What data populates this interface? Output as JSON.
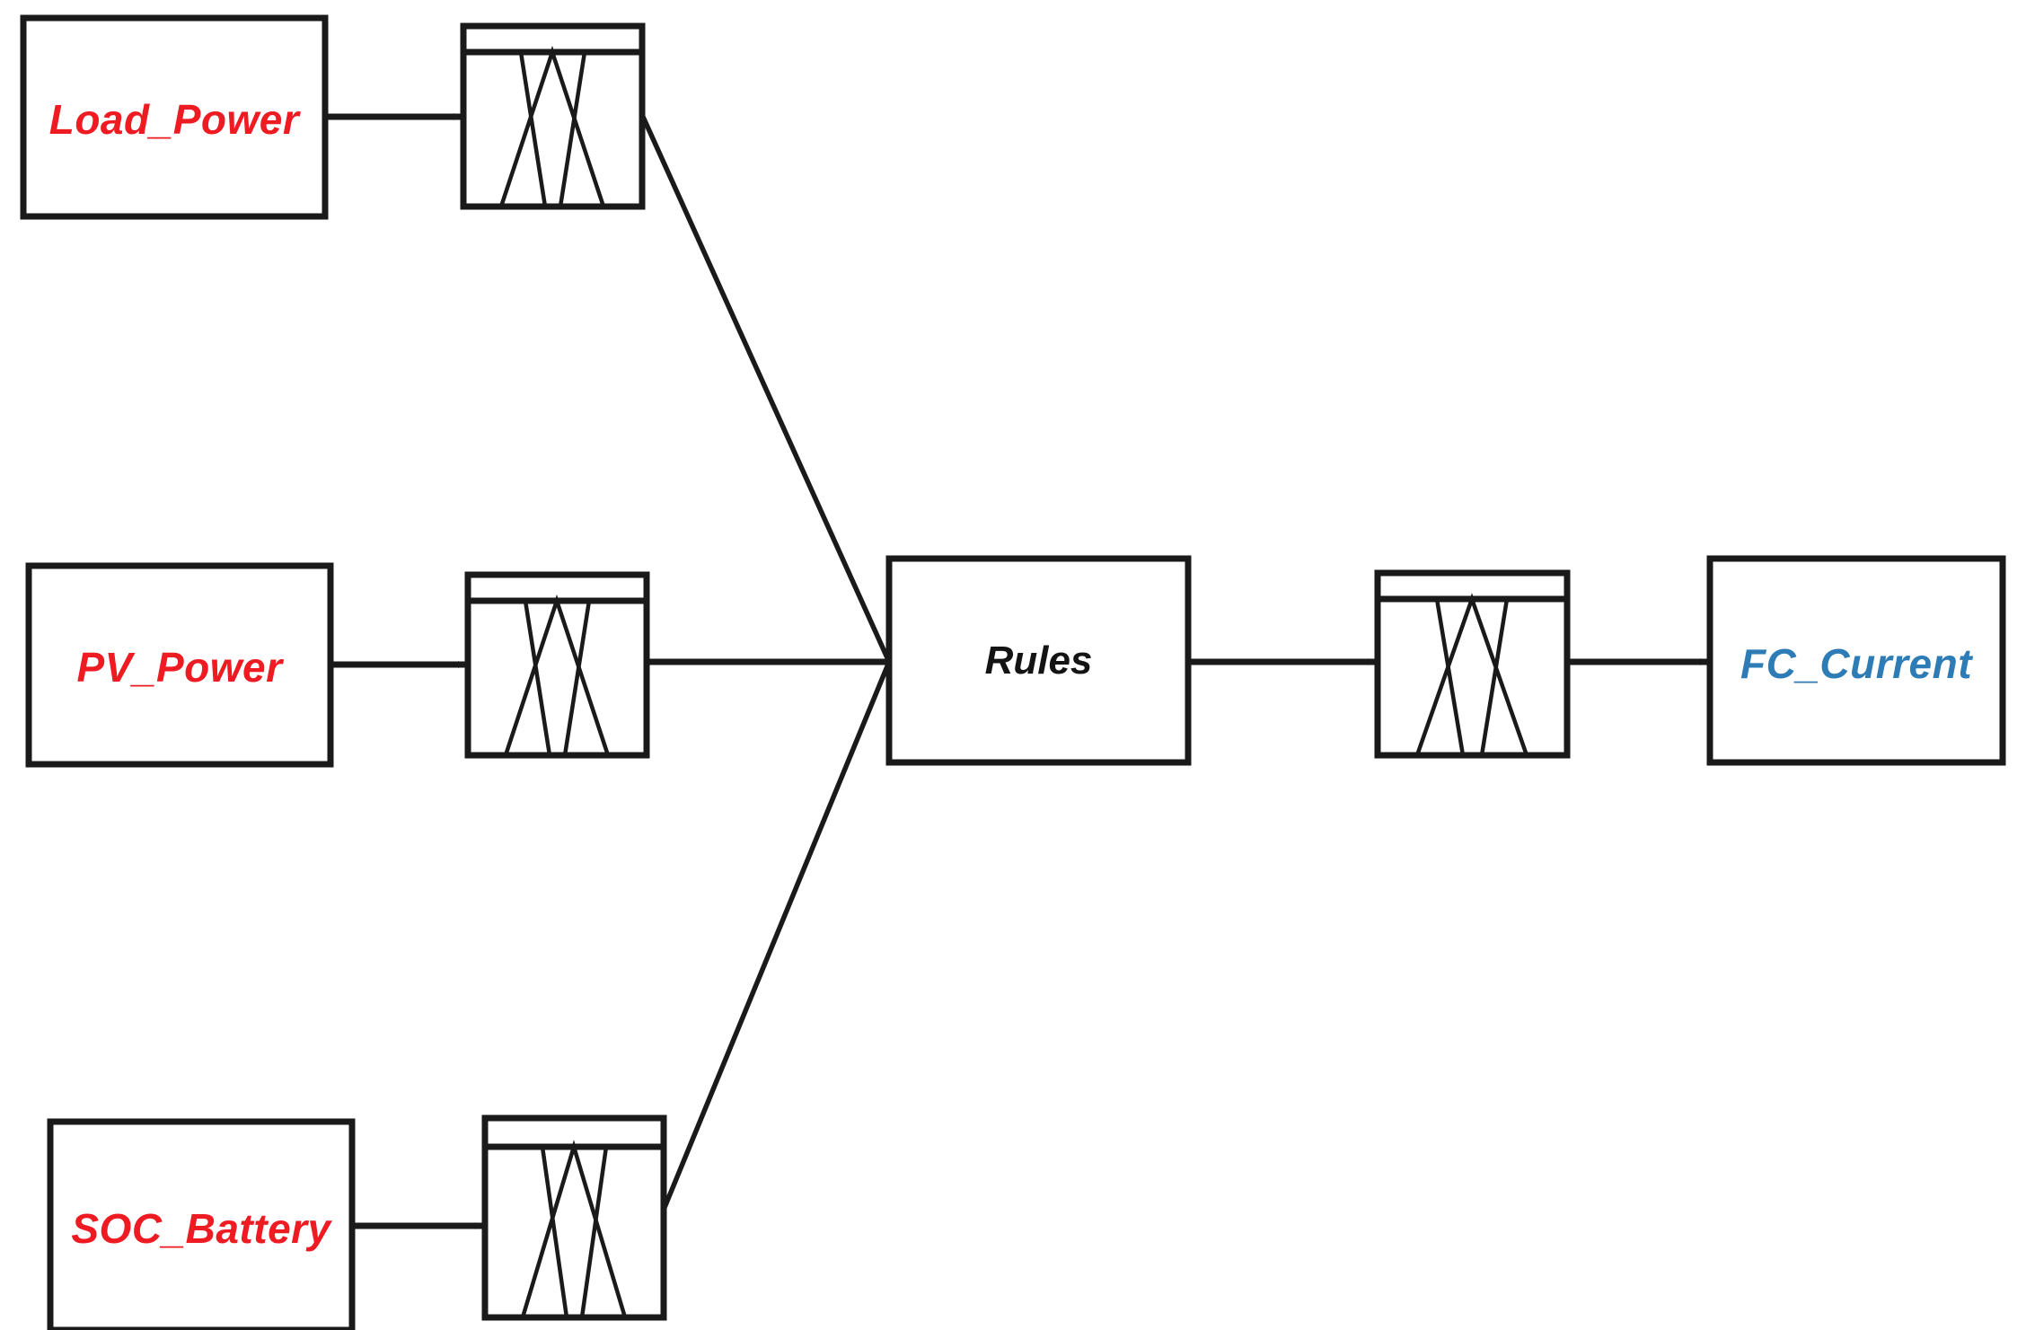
{
  "diagram": {
    "type": "fuzzy-logic-controller-block-diagram",
    "title": "",
    "colors": {
      "input_text": "#EE1B22",
      "output_text": "#2E7CB6",
      "rules_text": "#141414",
      "stroke": "#1A1A1A",
      "background": "#FFFFFF"
    },
    "inputs": [
      {
        "id": "load_power",
        "label": "Load_Power",
        "mf_icon": "fuzzy-membership-icon"
      },
      {
        "id": "pv_power",
        "label": "PV_Power",
        "mf_icon": "fuzzy-membership-icon"
      },
      {
        "id": "soc_battery",
        "label": "SOC_Battery",
        "mf_icon": "fuzzy-membership-icon"
      }
    ],
    "engine": {
      "id": "rules",
      "label": "Rules"
    },
    "output": {
      "id": "fc_current",
      "label": "FC_Current",
      "mf_icon": "fuzzy-membership-icon"
    },
    "connections": [
      {
        "from": "load_power",
        "to": "load_power_mf",
        "style": "arrow"
      },
      {
        "from": "pv_power",
        "to": "pv_power_mf",
        "style": "arrow"
      },
      {
        "from": "soc_battery",
        "to": "soc_battery_mf",
        "style": "arrow"
      },
      {
        "from": "load_power_mf",
        "to": "rules",
        "style": "line"
      },
      {
        "from": "pv_power_mf",
        "to": "rules",
        "style": "line"
      },
      {
        "from": "soc_battery_mf",
        "to": "rules",
        "style": "line"
      },
      {
        "from": "rules",
        "to": "output_mf",
        "style": "arrow"
      },
      {
        "from": "output_mf",
        "to": "fc_current",
        "style": "arrow"
      }
    ]
  }
}
